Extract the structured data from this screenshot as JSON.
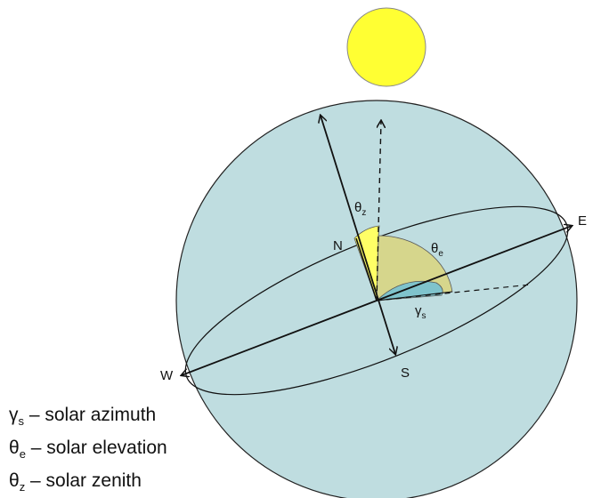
{
  "colors": {
    "sphere": "#bfdde0",
    "sun": "#ffff33",
    "zenith_arc": "#ffff66",
    "elevation_arc": "#d6d68c",
    "azimuth_arc": "#7fc3cc"
  },
  "compass": {
    "north": "N",
    "south": "S",
    "east": "E",
    "west": "W"
  },
  "angles": {
    "zenith": {
      "symbol": "θ",
      "sub": "z"
    },
    "elevation": {
      "symbol": "θ",
      "sub": "e"
    },
    "azimuth": {
      "symbol": "γ",
      "sub": "s"
    }
  },
  "legend": [
    {
      "symbol": "γ",
      "sub": "s",
      "text": " – solar azimuth"
    },
    {
      "symbol": "θ",
      "sub": "e",
      "text": " – solar elevation"
    },
    {
      "symbol": "θ",
      "sub": "z",
      "text": " – solar zenith"
    }
  ]
}
